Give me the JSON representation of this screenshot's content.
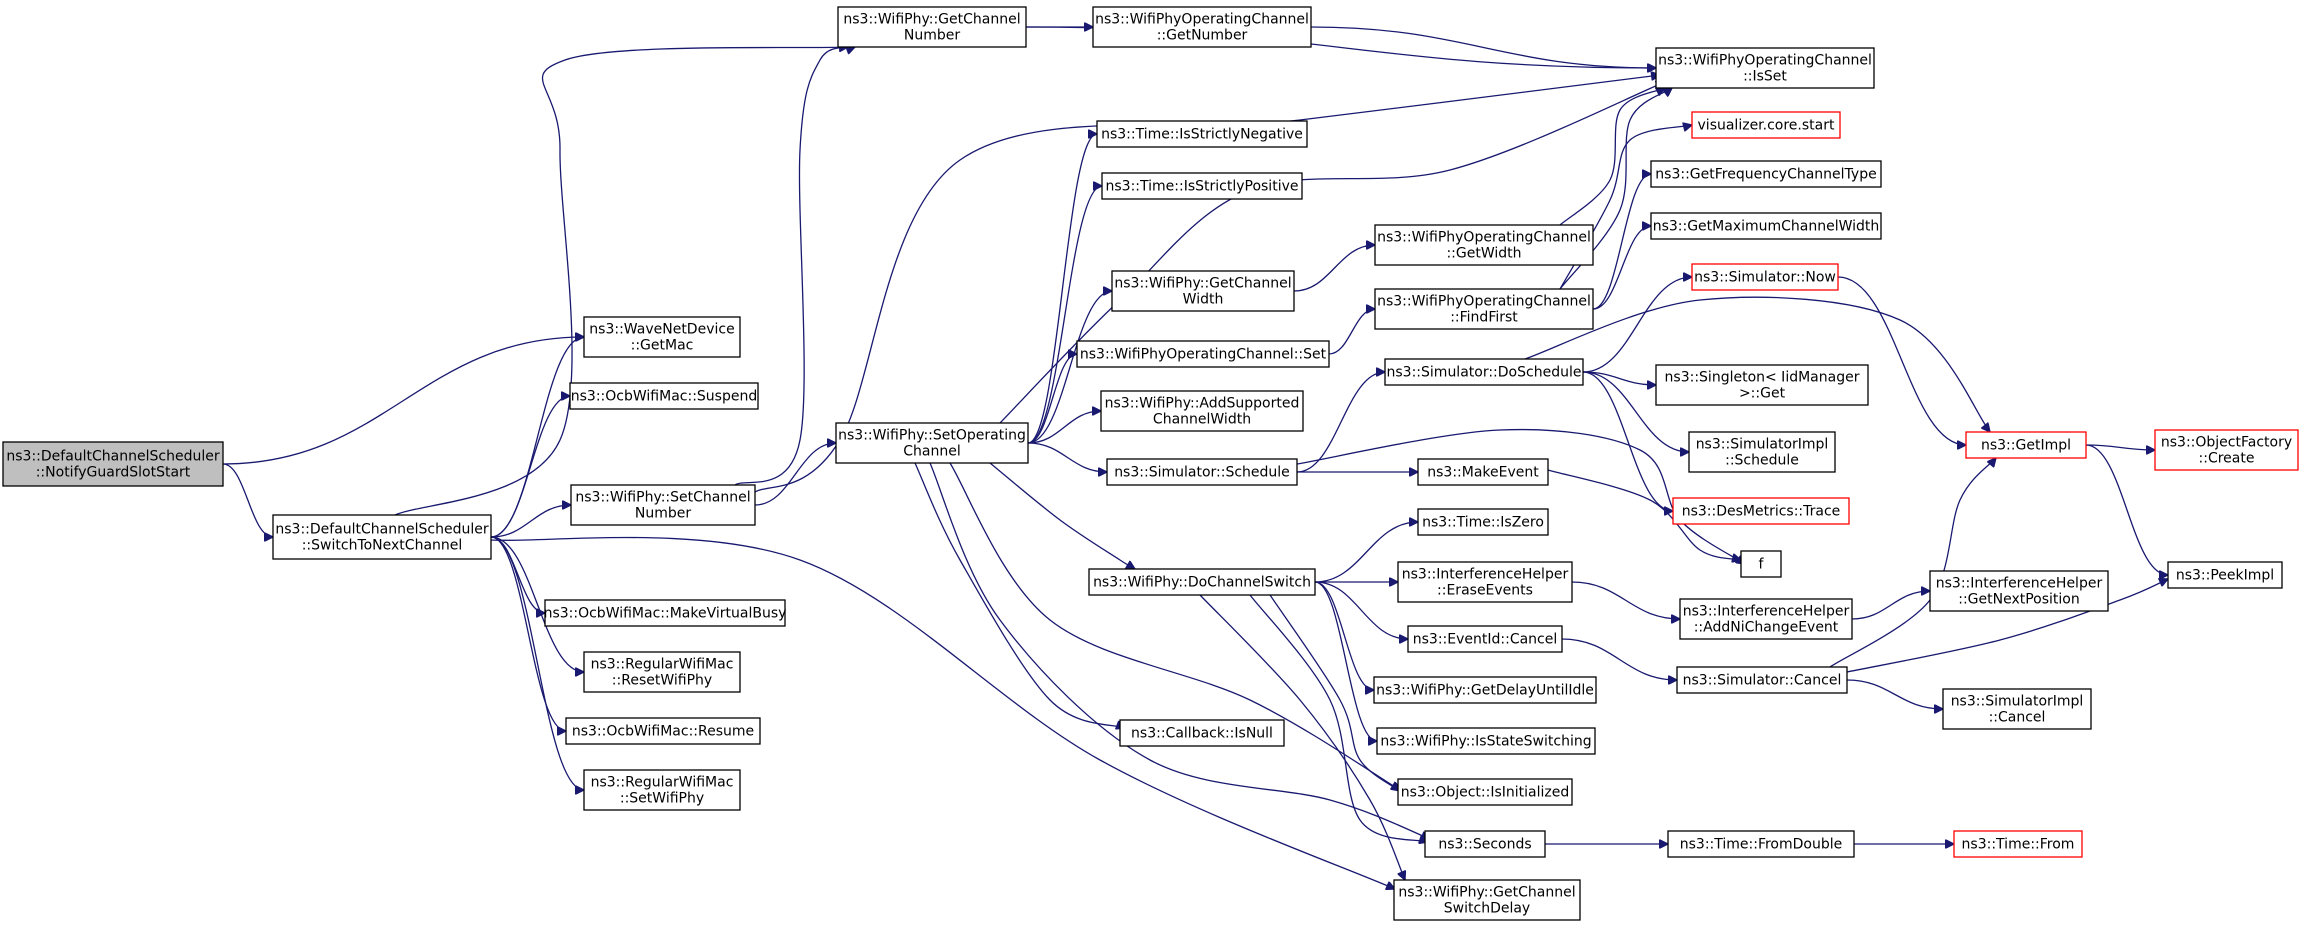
{
  "graph": {
    "colors": {
      "edge": "#191970",
      "box_border": "#000000",
      "truncated_border": "#ff0000",
      "root_fill": "#bfbfbf",
      "background": "#ffffff"
    },
    "nodes": [
      {
        "id": "notify",
        "lines": [
          "ns3::DefaultChannelScheduler",
          "::NotifyGuardSlotStart"
        ],
        "style": "root"
      },
      {
        "id": "switchto",
        "lines": [
          "ns3::DefaultChannelScheduler",
          "::SwitchToNextChannel"
        ],
        "style": "normal"
      },
      {
        "id": "wavegetmac",
        "lines": [
          "ns3::WaveNetDevice",
          "::GetMac"
        ],
        "style": "normal"
      },
      {
        "id": "suspend",
        "lines": [
          "ns3::OcbWifiMac::Suspend"
        ],
        "style": "normal"
      },
      {
        "id": "makebusy",
        "lines": [
          "ns3::OcbWifiMac::MakeVirtualBusy"
        ],
        "style": "normal"
      },
      {
        "id": "resetphy",
        "lines": [
          "ns3::RegularWifiMac",
          "::ResetWifiPhy"
        ],
        "style": "normal"
      },
      {
        "id": "resume",
        "lines": [
          "ns3::OcbWifiMac::Resume"
        ],
        "style": "normal"
      },
      {
        "id": "setphy",
        "lines": [
          "ns3::RegularWifiMac",
          "::SetWifiPhy"
        ],
        "style": "normal"
      },
      {
        "id": "getchnum",
        "lines": [
          "ns3::WifiPhy::GetChannel",
          "Number"
        ],
        "style": "normal"
      },
      {
        "id": "setchnum",
        "lines": [
          "ns3::WifiPhy::SetChannel",
          "Number"
        ],
        "style": "normal"
      },
      {
        "id": "opgetnum",
        "lines": [
          "ns3::WifiPhyOperatingChannel",
          "::GetNumber"
        ],
        "style": "normal"
      },
      {
        "id": "isset",
        "lines": [
          "ns3::WifiPhyOperatingChannel",
          "::IsSet"
        ],
        "style": "normal"
      },
      {
        "id": "setop",
        "lines": [
          "ns3::WifiPhy::SetOperating",
          "Channel"
        ],
        "style": "normal"
      },
      {
        "id": "strneg",
        "lines": [
          "ns3::Time::IsStrictlyNegative"
        ],
        "style": "normal"
      },
      {
        "id": "strpos",
        "lines": [
          "ns3::Time::IsStrictlyPositive"
        ],
        "style": "normal"
      },
      {
        "id": "getchwidth",
        "lines": [
          "ns3::WifiPhy::GetChannel",
          "Width"
        ],
        "style": "normal"
      },
      {
        "id": "opset",
        "lines": [
          "ns3::WifiPhyOperatingChannel::Set"
        ],
        "style": "normal"
      },
      {
        "id": "addsup",
        "lines": [
          "ns3::WifiPhy::AddSupported",
          "ChannelWidth"
        ],
        "style": "normal"
      },
      {
        "id": "schedule",
        "lines": [
          "ns3::Simulator::Schedule"
        ],
        "style": "normal"
      },
      {
        "id": "dochsw",
        "lines": [
          "ns3::WifiPhy::DoChannelSwitch"
        ],
        "style": "normal"
      },
      {
        "id": "isnull",
        "lines": [
          "ns3::Callback::IsNull"
        ],
        "style": "normal"
      },
      {
        "id": "getswdelay",
        "lines": [
          "ns3::WifiPhy::GetChannel",
          "SwitchDelay"
        ],
        "style": "normal"
      },
      {
        "id": "opgetwidth",
        "lines": [
          "ns3::WifiPhyOperatingChannel",
          "::GetWidth"
        ],
        "style": "normal"
      },
      {
        "id": "findfirst",
        "lines": [
          "ns3::WifiPhyOperatingChannel",
          "::FindFirst"
        ],
        "style": "normal"
      },
      {
        "id": "doschedule",
        "lines": [
          "ns3::Simulator::DoSchedule"
        ],
        "style": "normal"
      },
      {
        "id": "makeevent",
        "lines": [
          "ns3::MakeEvent"
        ],
        "style": "normal"
      },
      {
        "id": "iszero",
        "lines": [
          "ns3::Time::IsZero"
        ],
        "style": "normal"
      },
      {
        "id": "erase",
        "lines": [
          "ns3::InterferenceHelper",
          "::EraseEvents"
        ],
        "style": "normal"
      },
      {
        "id": "evcancel",
        "lines": [
          "ns3::EventId::Cancel"
        ],
        "style": "normal"
      },
      {
        "id": "delayidle",
        "lines": [
          "ns3::WifiPhy::GetDelayUntilIdle"
        ],
        "style": "normal"
      },
      {
        "id": "isswitching",
        "lines": [
          "ns3::WifiPhy::IsStateSwitching"
        ],
        "style": "normal"
      },
      {
        "id": "isinit",
        "lines": [
          "ns3::Object::IsInitialized"
        ],
        "style": "normal"
      },
      {
        "id": "seconds",
        "lines": [
          "ns3::Seconds"
        ],
        "style": "normal"
      },
      {
        "id": "vizstart",
        "lines": [
          "visualizer.core.start"
        ],
        "style": "truncated"
      },
      {
        "id": "getfreqtype",
        "lines": [
          "ns3::GetFrequencyChannelType"
        ],
        "style": "normal"
      },
      {
        "id": "getmaxwidth",
        "lines": [
          "ns3::GetMaximumChannelWidth"
        ],
        "style": "normal"
      },
      {
        "id": "simnow",
        "lines": [
          "ns3::Simulator::Now"
        ],
        "style": "truncated"
      },
      {
        "id": "singleton",
        "lines": [
          "ns3::Singleton< IidManager",
          ">::Get"
        ],
        "style": "normal"
      },
      {
        "id": "implsched",
        "lines": [
          "ns3::SimulatorImpl",
          "::Schedule"
        ],
        "style": "normal"
      },
      {
        "id": "destrace",
        "lines": [
          "ns3::DesMetrics::Trace"
        ],
        "style": "truncated"
      },
      {
        "id": "f",
        "lines": [
          "f"
        ],
        "style": "normal"
      },
      {
        "id": "addni",
        "lines": [
          "ns3::InterferenceHelper",
          "::AddNiChangeEvent"
        ],
        "style": "normal"
      },
      {
        "id": "simcancel",
        "lines": [
          "ns3::Simulator::Cancel"
        ],
        "style": "normal"
      },
      {
        "id": "fromdouble",
        "lines": [
          "ns3::Time::FromDouble"
        ],
        "style": "normal"
      },
      {
        "id": "getimpl",
        "lines": [
          "ns3::GetImpl"
        ],
        "style": "truncated"
      },
      {
        "id": "getnextpos",
        "lines": [
          "ns3::InterferenceHelper",
          "::GetNextPosition"
        ],
        "style": "normal"
      },
      {
        "id": "implcancel",
        "lines": [
          "ns3::SimulatorImpl",
          "::Cancel"
        ],
        "style": "normal"
      },
      {
        "id": "timefrom",
        "lines": [
          "ns3::Time::From"
        ],
        "style": "truncated"
      },
      {
        "id": "objfactory",
        "lines": [
          "ns3::ObjectFactory",
          "::Create"
        ],
        "style": "truncated"
      },
      {
        "id": "peekimpl",
        "lines": [
          "ns3::PeekImpl"
        ],
        "style": "normal"
      }
    ],
    "edges": [
      [
        "notify",
        "wavegetmac"
      ],
      [
        "notify",
        "switchto"
      ],
      [
        "switchto",
        "wavegetmac"
      ],
      [
        "switchto",
        "suspend"
      ],
      [
        "switchto",
        "getchnum"
      ],
      [
        "switchto",
        "setchnum"
      ],
      [
        "switchto",
        "makebusy"
      ],
      [
        "switchto",
        "resetphy"
      ],
      [
        "switchto",
        "resume"
      ],
      [
        "switchto",
        "setphy"
      ],
      [
        "switchto",
        "getswdelay"
      ],
      [
        "getchnum",
        "opgetnum"
      ],
      [
        "getchnum",
        "isset"
      ],
      [
        "opgetnum",
        "isset"
      ],
      [
        "setchnum",
        "getchnum"
      ],
      [
        "setchnum",
        "setop"
      ],
      [
        "setchnum",
        "isset"
      ],
      [
        "setop",
        "strneg"
      ],
      [
        "setop",
        "strpos"
      ],
      [
        "setop",
        "getchwidth"
      ],
      [
        "setop",
        "opset"
      ],
      [
        "setop",
        "addsup"
      ],
      [
        "setop",
        "schedule"
      ],
      [
        "setop",
        "dochsw"
      ],
      [
        "setop",
        "isnull"
      ],
      [
        "setop",
        "isinit"
      ],
      [
        "setop",
        "seconds"
      ],
      [
        "setop",
        "isset"
      ],
      [
        "getchwidth",
        "opgetwidth"
      ],
      [
        "opgetwidth",
        "isset"
      ],
      [
        "opset",
        "findfirst"
      ],
      [
        "findfirst",
        "isset"
      ],
      [
        "findfirst",
        "vizstart"
      ],
      [
        "findfirst",
        "getfreqtype"
      ],
      [
        "findfirst",
        "getmaxwidth"
      ],
      [
        "schedule",
        "doschedule"
      ],
      [
        "schedule",
        "makeevent"
      ],
      [
        "schedule",
        "f"
      ],
      [
        "doschedule",
        "simnow"
      ],
      [
        "doschedule",
        "getimpl"
      ],
      [
        "doschedule",
        "singleton"
      ],
      [
        "doschedule",
        "implsched"
      ],
      [
        "doschedule",
        "destrace"
      ],
      [
        "makeevent",
        "f"
      ],
      [
        "simnow",
        "getimpl"
      ],
      [
        "getimpl",
        "objfactory"
      ],
      [
        "getimpl",
        "peekimpl"
      ],
      [
        "dochsw",
        "iszero"
      ],
      [
        "dochsw",
        "erase"
      ],
      [
        "dochsw",
        "evcancel"
      ],
      [
        "dochsw",
        "delayidle"
      ],
      [
        "dochsw",
        "isswitching"
      ],
      [
        "dochsw",
        "isinit"
      ],
      [
        "dochsw",
        "seconds"
      ],
      [
        "dochsw",
        "getswdelay"
      ],
      [
        "erase",
        "addni"
      ],
      [
        "addni",
        "getnextpos"
      ],
      [
        "evcancel",
        "simcancel"
      ],
      [
        "simcancel",
        "getimpl"
      ],
      [
        "simcancel",
        "implcancel"
      ],
      [
        "simcancel",
        "peekimpl"
      ],
      [
        "seconds",
        "fromdouble"
      ],
      [
        "fromdouble",
        "timefrom"
      ]
    ]
  }
}
